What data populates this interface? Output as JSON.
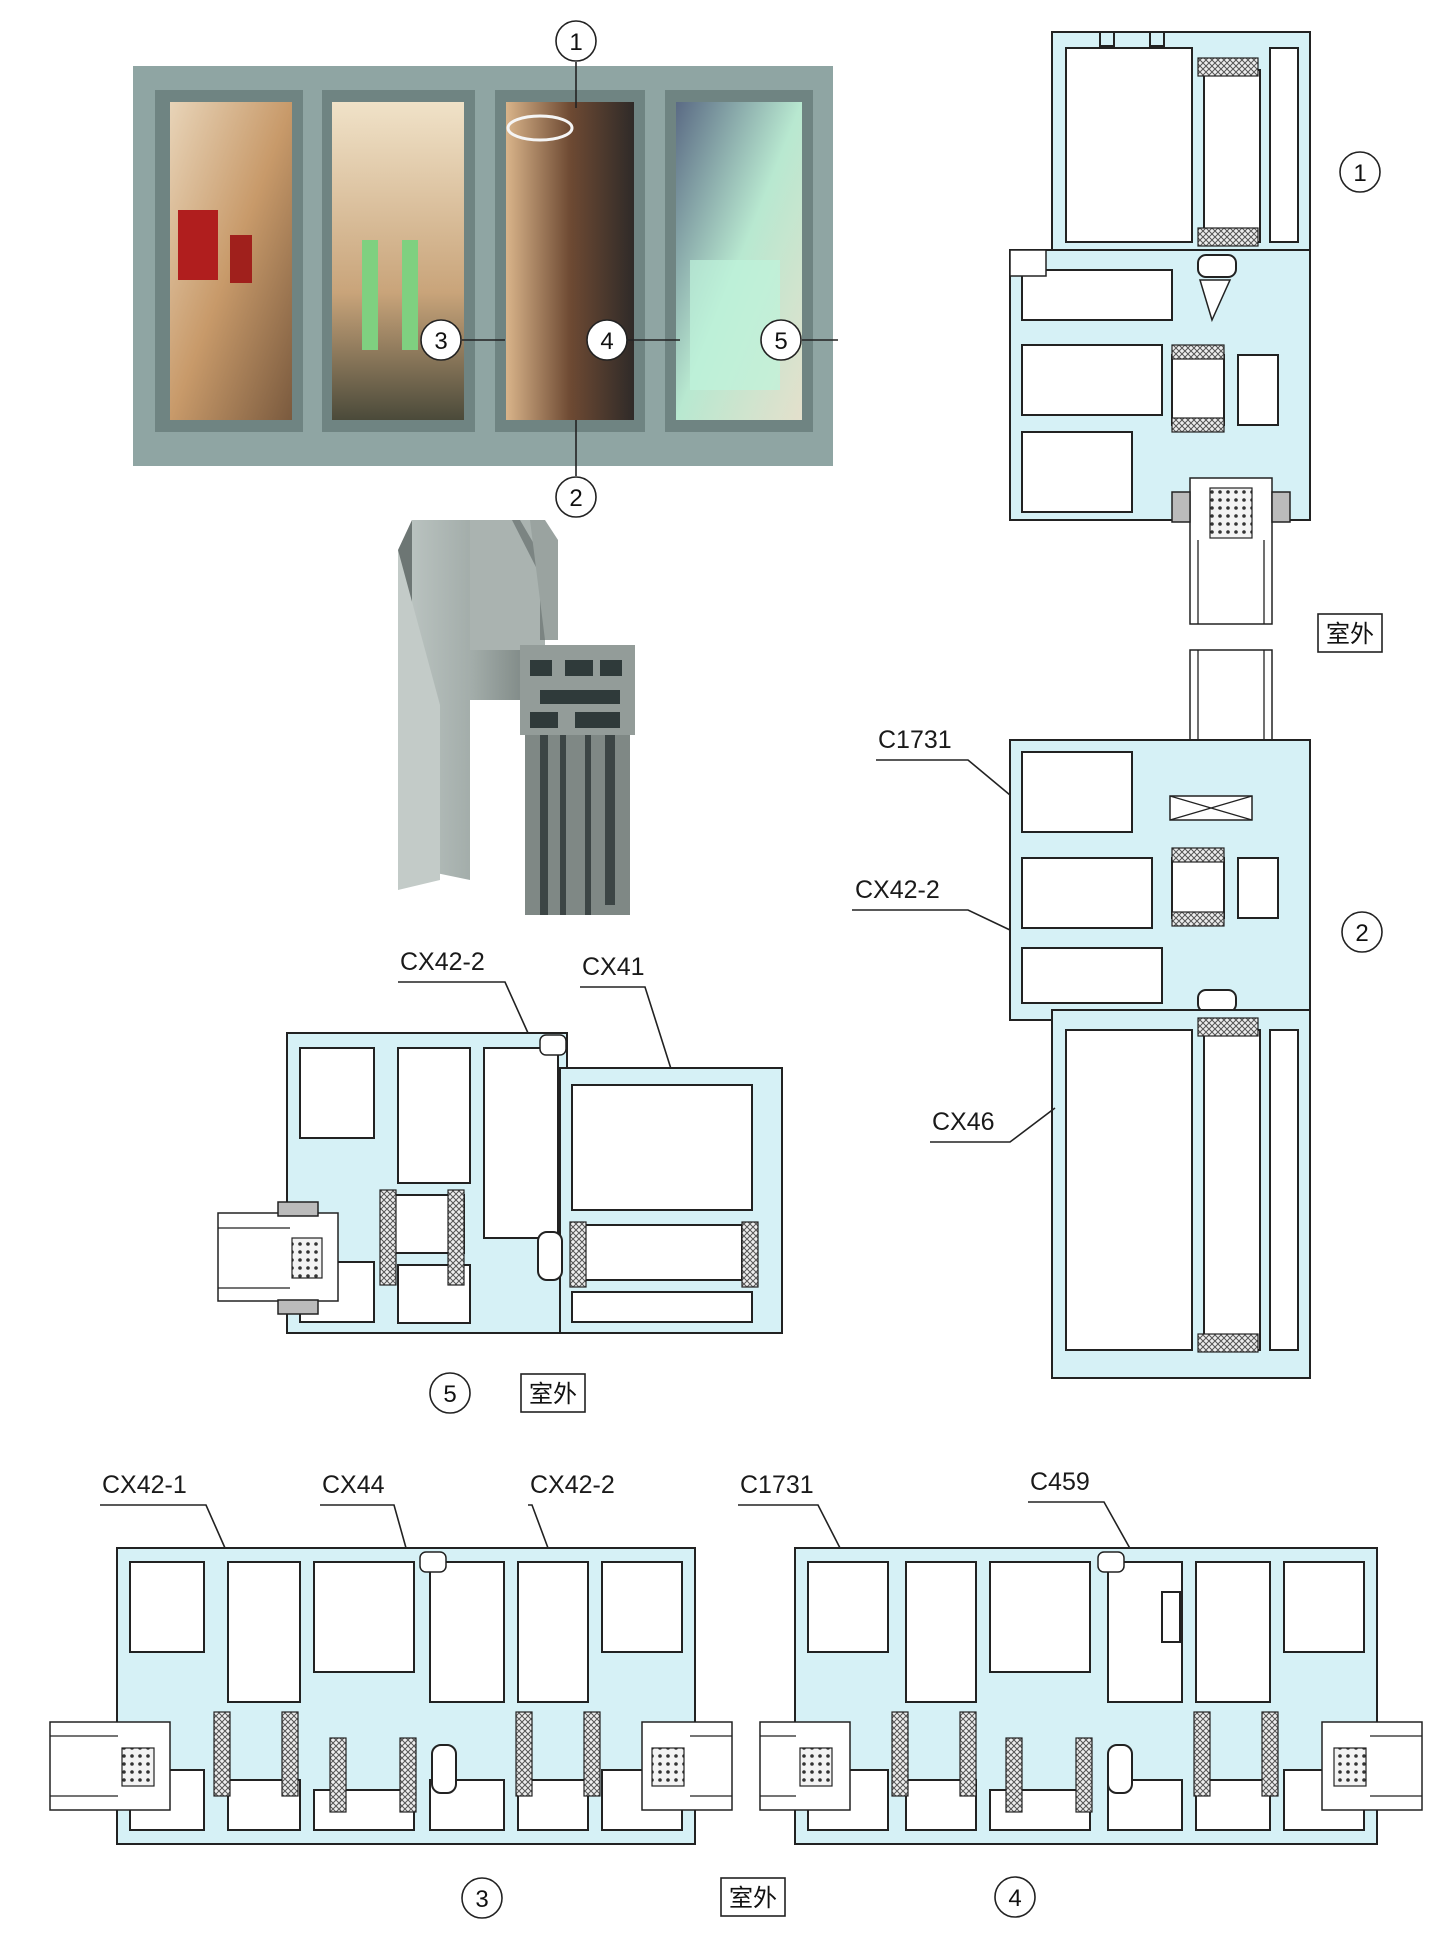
{
  "callouts": {
    "c1": "1",
    "c2": "2",
    "c3": "3",
    "c4": "4",
    "c5": "5",
    "r1": "1",
    "r2": "2",
    "s5": "5",
    "s3": "3",
    "s4": "4"
  },
  "labels": {
    "outside": "室外",
    "c1731_a": "C1731",
    "cx42_2_a": "CX42-2",
    "cx46": "CX46",
    "cx42_2_b": "CX42-2",
    "cx41": "CX41",
    "cx42_1": "CX42-1",
    "cx44": "CX44",
    "cx42_2_c": "CX42-2",
    "c1731_b": "C1731",
    "c459": "C459"
  },
  "colors": {
    "profile_fill": "#d6f1f6",
    "window_frame": "#8fa5a3",
    "outline": "#222222"
  }
}
